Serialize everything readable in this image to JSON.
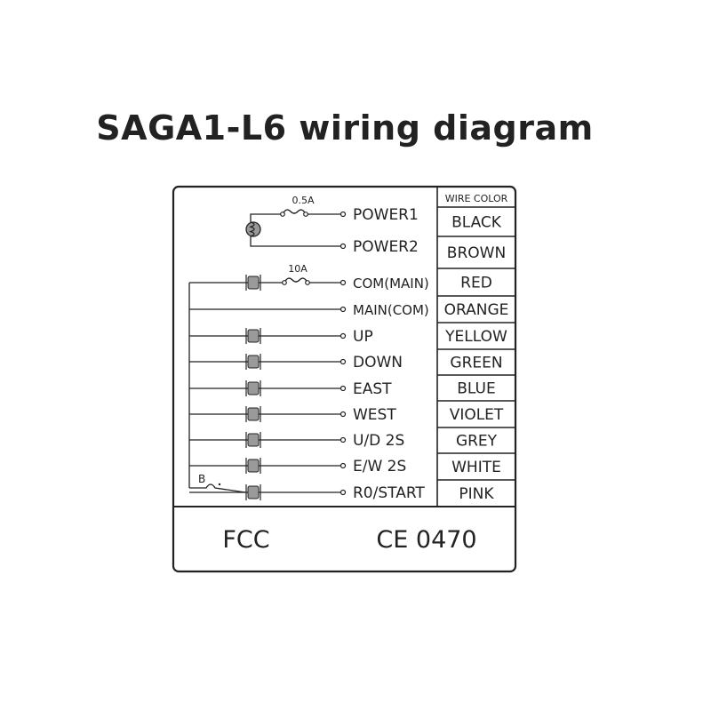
{
  "title": "SAGA1-L6 wiring diagram",
  "table_header": "WIRE COLOR",
  "power_fuse_label": "0.5A",
  "main_fuse_label": "10A",
  "b_label": "B",
  "signals": [
    {
      "label": "POWER1",
      "color": "BLACK"
    },
    {
      "label": "POWER2",
      "color": "BROWN"
    },
    {
      "label": "COM(MAIN)",
      "color": "RED"
    },
    {
      "label": "MAIN(COM)",
      "color": "ORANGE"
    },
    {
      "label": "UP",
      "color": "YELLOW"
    },
    {
      "label": "DOWN",
      "color": "GREEN"
    },
    {
      "label": "EAST",
      "color": "BLUE"
    },
    {
      "label": "WEST",
      "color": "VIOLET"
    },
    {
      "label": "U/D  2S",
      "color": "GREY"
    },
    {
      "label": "E/W  2S",
      "color": "WHITE"
    },
    {
      "label": "R0/START",
      "color": "PINK"
    }
  ],
  "footer": {
    "left": "FCC",
    "right": "CE 0470"
  }
}
